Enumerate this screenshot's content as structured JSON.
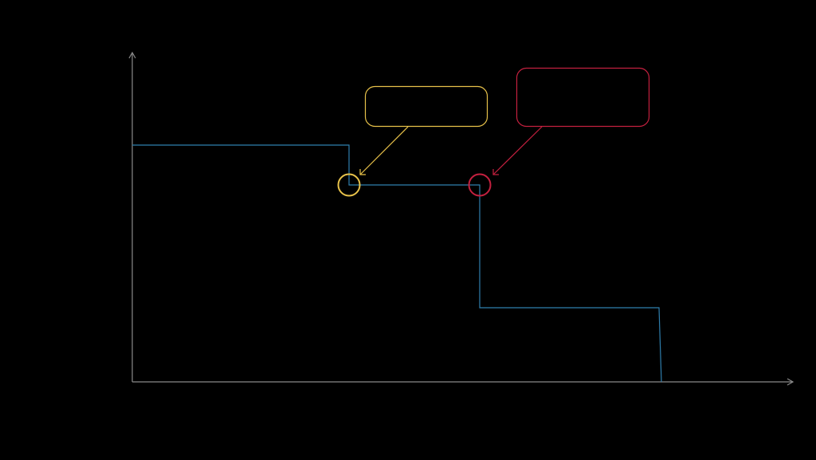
{
  "colors": {
    "background": "#000000",
    "axis": "#8a8a8a",
    "step_line": "#2f7fae",
    "highlight_primary": "#e8c24a",
    "highlight_secondary": "#c4203f"
  },
  "diagram": {
    "type": "step-line",
    "axes": {
      "x_arrow": "right",
      "y_arrow": "up"
    },
    "step_levels": [
      "high",
      "middle",
      "low",
      "zero"
    ],
    "callouts": [
      {
        "id": "first-drop",
        "color_key": "highlight_primary",
        "label": ""
      },
      {
        "id": "second-drop",
        "color_key": "highlight_secondary",
        "label": ""
      }
    ]
  }
}
